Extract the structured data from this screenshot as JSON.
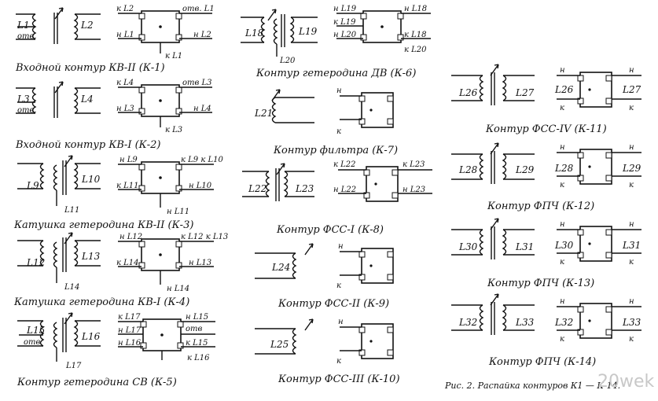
{
  "figure_caption": "Рис. 2. Распайка контуров К1 — К-14.",
  "watermark": "20wek",
  "blocks": [
    {
      "id": "k1",
      "caption": "Входной контур КВ-II (К-1)",
      "coils": [
        "L1",
        "L2"
      ],
      "tap": "отв.",
      "pins": {
        "tl": "к L2",
        "tr": "отв. L1",
        "bl": "н L1",
        "br": "н L2",
        "bot": "к L1"
      }
    },
    {
      "id": "k2",
      "caption": "Входной контур КВ-I (К-2)",
      "coils": [
        "L3",
        "L4"
      ],
      "tap": "отв.",
      "pins": {
        "tl": "к L4",
        "tr": "отв L3",
        "bl": "н L3",
        "br": "н L4",
        "bot": "к L3"
      }
    },
    {
      "id": "k3",
      "caption": "Катушка гетеродина КВ-II (К-3)",
      "coils": [
        "L9",
        "L10",
        "L11"
      ],
      "pins": {
        "tl": "н L9",
        "tr": "к L9 к L10",
        "bl": "к L11",
        "br": "н L10",
        "bot": "н L11"
      }
    },
    {
      "id": "k4",
      "caption": "Катушка гетеродина КВ-I (К-4)",
      "coils": [
        "L12",
        "L13",
        "L14"
      ],
      "pins": {
        "tl": "н L12",
        "tr": "к L12 к L13",
        "bl": "к L14",
        "br": "н L13",
        "bot": "н L14"
      }
    },
    {
      "id": "k5",
      "caption": "Контур гетеродина СВ (К-5)",
      "coils": [
        "L15",
        "L16",
        "L17"
      ],
      "tap": "отв",
      "pins": {
        "tl": "к L17",
        "tr": "отв",
        "tl2": "н L17",
        "tr2": "н L15",
        "bl": "н L16",
        "br": "к L15",
        "bot": "к L16"
      }
    },
    {
      "id": "k6",
      "caption": "Контур гетеродина ДВ (К-6)",
      "coils": [
        "L18",
        "L19",
        "L20"
      ],
      "pins": {
        "tl": "н L19",
        "tr": "н L18",
        "tl2": "к L19",
        "bl": "н L20",
        "br": "к L18",
        "bot": "к L20"
      }
    },
    {
      "id": "k7",
      "caption": "Контур фильтра (К-7)",
      "coils": [
        "L21"
      ],
      "pins": {
        "tl": "н",
        "bl": "к"
      }
    },
    {
      "id": "k8",
      "caption": "Контур ФСС-I (К-8)",
      "coils": [
        "L22",
        "L23"
      ],
      "pins": {
        "tl": "к L22",
        "tr": "к L23",
        "bl": "н L22",
        "br": "н L23"
      }
    },
    {
      "id": "k9",
      "caption": "Контур ФСС-II (К-9)",
      "coils": [
        "L24"
      ],
      "pins": {
        "tl": "н",
        "bl": "к"
      }
    },
    {
      "id": "k10",
      "caption": "Контур ФСС-III (К-10)",
      "coils": [
        "L25"
      ],
      "pins": {
        "tl": "н",
        "bl": "к"
      }
    },
    {
      "id": "k11",
      "caption": "Контур ФСС-IV (К-11)",
      "coils": [
        "L26",
        "L27"
      ],
      "pins": {
        "tl": "н",
        "tr": "н",
        "bl": "к",
        "br": "к"
      },
      "box_labels": [
        "L26",
        "L27"
      ]
    },
    {
      "id": "k12",
      "caption": "Контур ФПЧ (К-12)",
      "coils": [
        "L28",
        "L29"
      ],
      "pins": {
        "tl": "н",
        "tr": "н",
        "bl": "к",
        "br": "к"
      },
      "box_labels": [
        "L28",
        "L29"
      ]
    },
    {
      "id": "k13",
      "caption": "Контур ФПЧ (К-13)",
      "coils": [
        "L30",
        "L31"
      ],
      "pins": {
        "tl": "н",
        "tr": "н",
        "bl": "к",
        "br": "к"
      },
      "box_labels": [
        "L30",
        "L31"
      ]
    },
    {
      "id": "k14",
      "caption": "Контур ФПЧ (К-14)",
      "coils": [
        "L32",
        "L33"
      ],
      "pins": {
        "tl": "н",
        "tr": "н",
        "bl": "к",
        "br": "к"
      },
      "box_labels": [
        "L32",
        "L33"
      ]
    }
  ]
}
